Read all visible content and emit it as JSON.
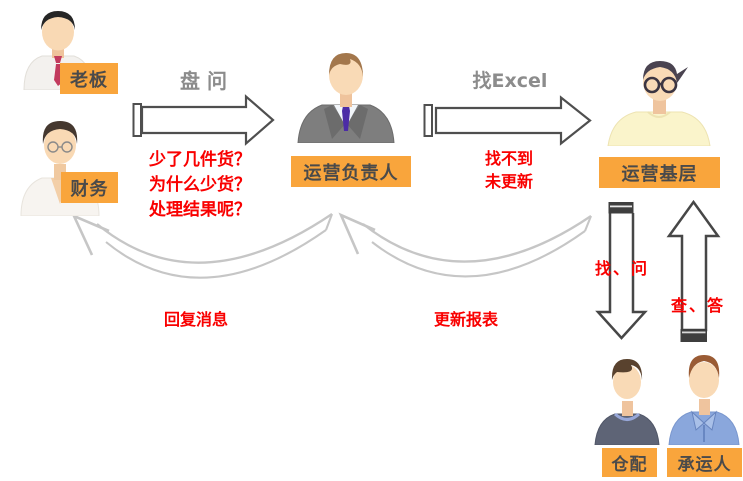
{
  "actors": {
    "boss": {
      "label": "老板"
    },
    "finance": {
      "label": "财务"
    },
    "ops_manager": {
      "label": "运营负责人"
    },
    "ops_staff": {
      "label": "运营基层"
    },
    "warehouse": {
      "label": "仓配"
    },
    "carrier": {
      "label": "承运人"
    }
  },
  "flows": {
    "interrogate_label": "盘问",
    "find_excel_label": "找Excel",
    "boss_questions_line1": "少了几件货？",
    "boss_questions_line2": "为什么少货？",
    "boss_questions_line3": "处理结果呢？",
    "excel_result_line1": "找不到",
    "excel_result_line2": "未更新",
    "reply_message_label": "回复消息",
    "update_report_label": "更新报表",
    "find_ask_label": "找、问",
    "check_answer_label": "查、答"
  },
  "colors": {
    "label_bg": "#F9A53C",
    "label_text": "#4A4A4A",
    "dark_arrow": "#474747",
    "light_arrow": "#C6C6C6",
    "red_text": "#F90000",
    "gray_text": "#8C8C8C",
    "background": "#FFFFFF"
  }
}
